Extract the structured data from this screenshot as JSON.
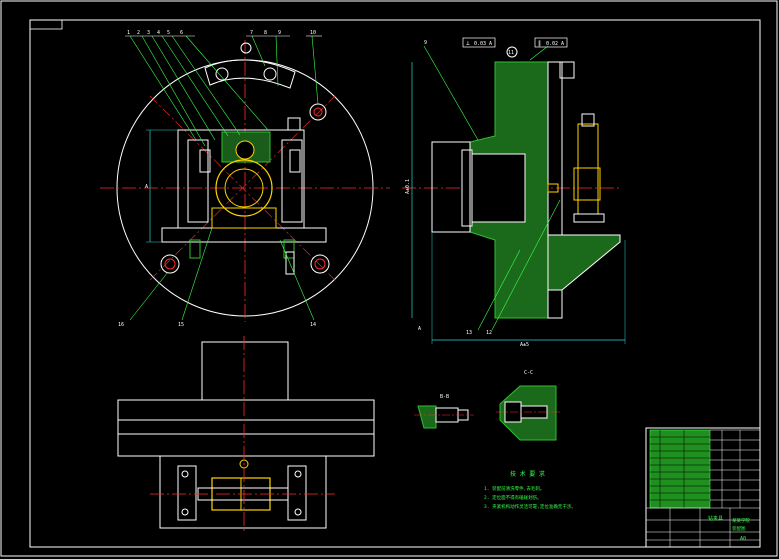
{
  "colors": {
    "background": "#000000",
    "outline": "#ffffff",
    "centerline": "#ff2a2a",
    "leader": "#39ff4a",
    "hatch": "#2fbf2f",
    "part": "#ffd400",
    "dimension": "#2bd6d6",
    "text": "#ffffff"
  },
  "front_view": {
    "callouts_top": [
      "1",
      "2",
      "3",
      "4",
      "5",
      "6",
      "7",
      "8",
      "9",
      "10"
    ],
    "callouts_bottom": [
      "16",
      "15",
      "14"
    ],
    "dim_height": "A"
  },
  "side_view": {
    "callout_top": "9",
    "callout_circle": "11",
    "tolerance_left": [
      "⊥",
      "0.03",
      "A"
    ],
    "tolerance_right": [
      "∥",
      "0.02",
      "A"
    ],
    "callouts_bottom": [
      "13",
      "12"
    ],
    "dim_vertical": "A±0.1",
    "dim_horizontal": "A±5",
    "datum": "A"
  },
  "section_views": {
    "bb_label": "B-B",
    "cc_label": "C-C"
  },
  "tech_requirements": {
    "title": "技 术 要 求",
    "items": [
      "1. 装配前清洗零件,去毛刺。",
      "2. 定位面不得有磕碰划伤。",
      "3. 夹紧机构动作灵活可靠,定位准确无干涉。"
    ]
  },
  "title_block": {
    "drawing_name": "钻夹具",
    "company": "某某学院",
    "sheet": "A0",
    "material": "装配图"
  }
}
